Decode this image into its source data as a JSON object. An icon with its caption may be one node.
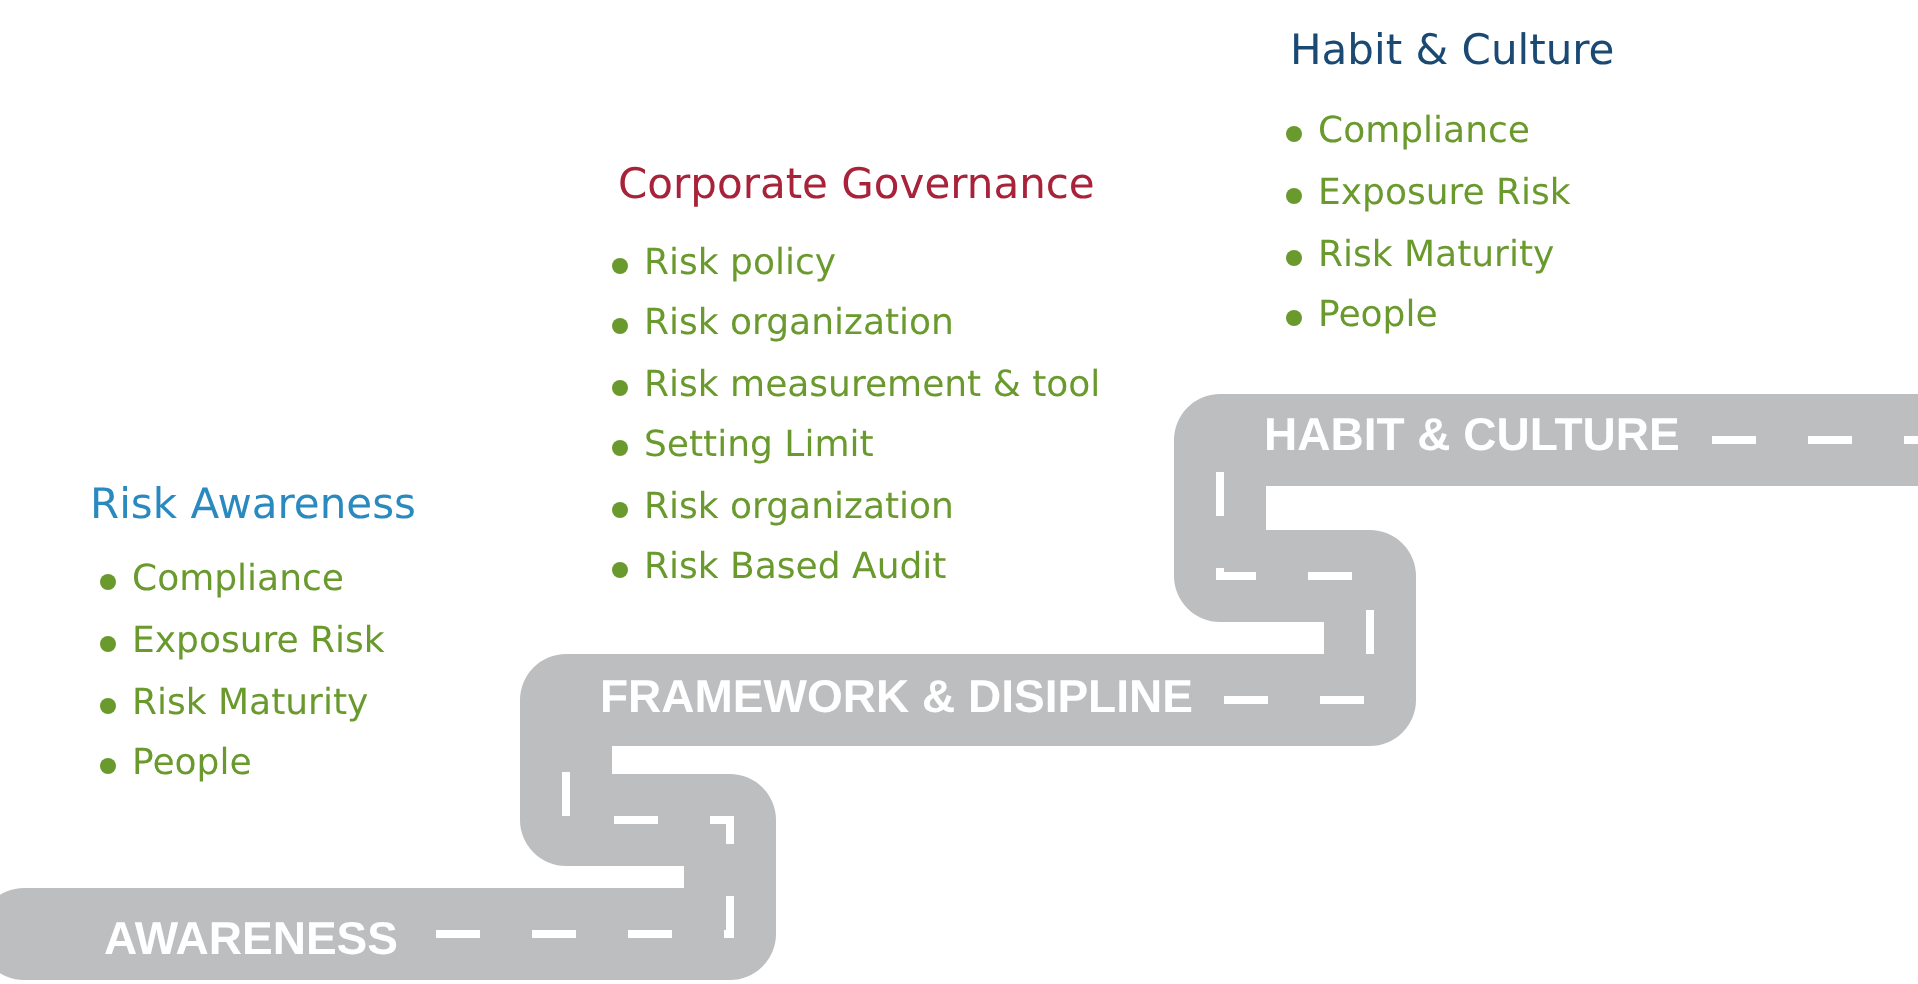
{
  "diagram": {
    "nodes": [
      {
        "text": [
          "AWARENESS"
        ]
      },
      {
        "text": [
          "FRAMEWORK & DISIPLINE"
        ]
      },
      {
        "text": [
          "HABIT & CULTURE"
        ]
      }
    ],
    "labels": [
      "Habit & Culture",
      "Compliance",
      "Exposure Risk",
      "Risk Maturity",
      "People",
      "Corporate Governance",
      "Risk policy",
      "Risk organization",
      "Risk measurement & tool",
      "Setting Limit",
      "Risk organization",
      "Risk Based Audit",
      "Risk Awareness",
      "Compliance",
      "Exposure Risk",
      "Risk Maturity",
      "People"
    ]
  }
}
